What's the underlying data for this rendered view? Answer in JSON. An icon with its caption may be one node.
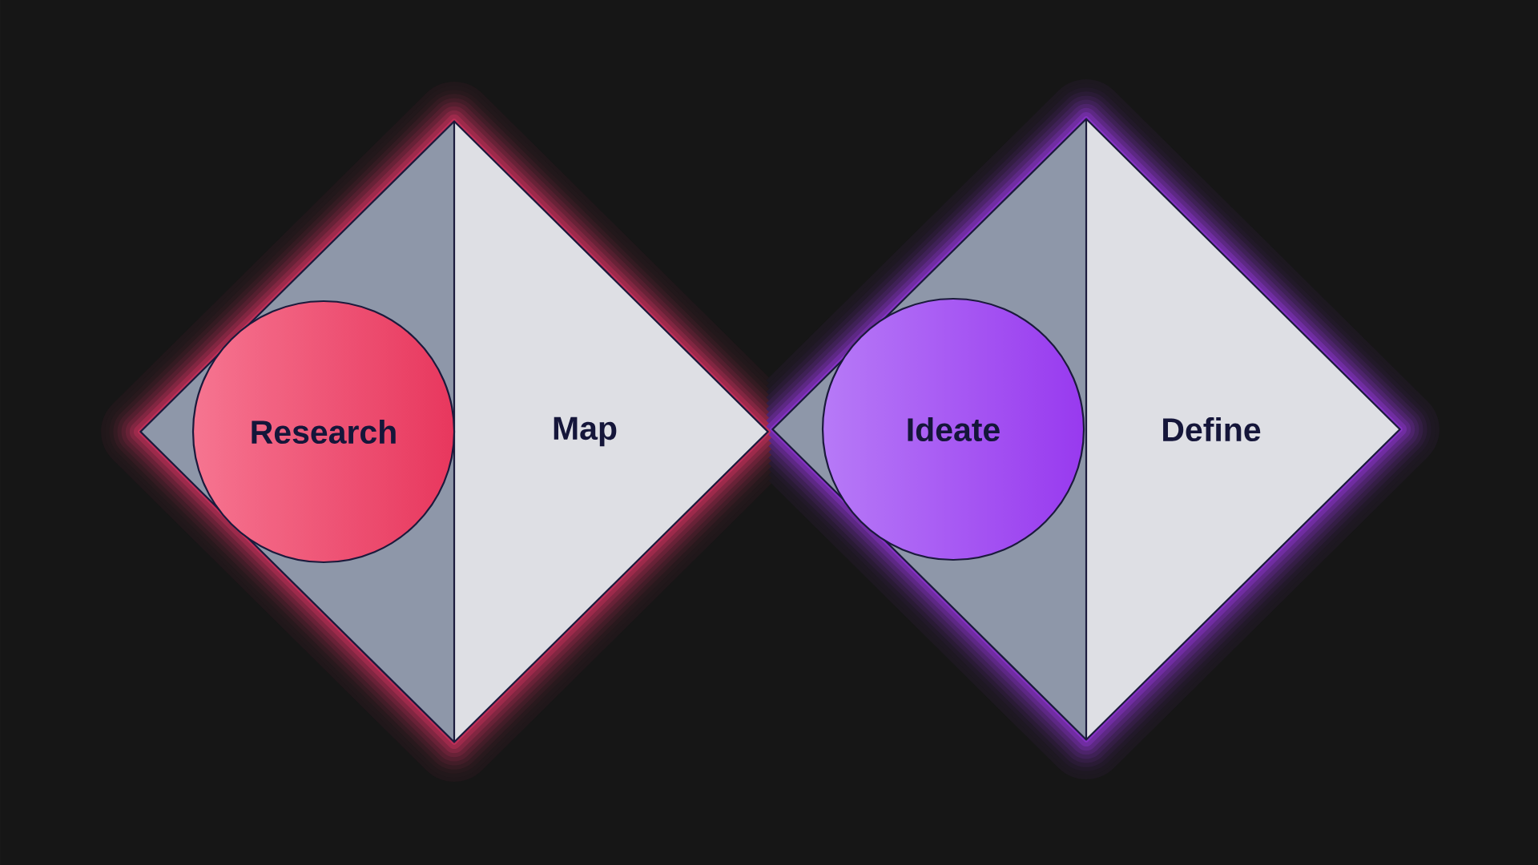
{
  "diagram": {
    "nodes": [
      {
        "text": [],
        "shape": "diamond"
      },
      {
        "text": [
          "Research"
        ],
        "in": 0
      },
      {
        "text": [
          "Map"
        ],
        "in": 0
      },
      {
        "text": [],
        "shape": "diamond"
      },
      {
        "text": [
          "Ideate"
        ],
        "in": 3
      },
      {
        "text": [
          "Define"
        ],
        "in": 3
      }
    ]
  }
}
